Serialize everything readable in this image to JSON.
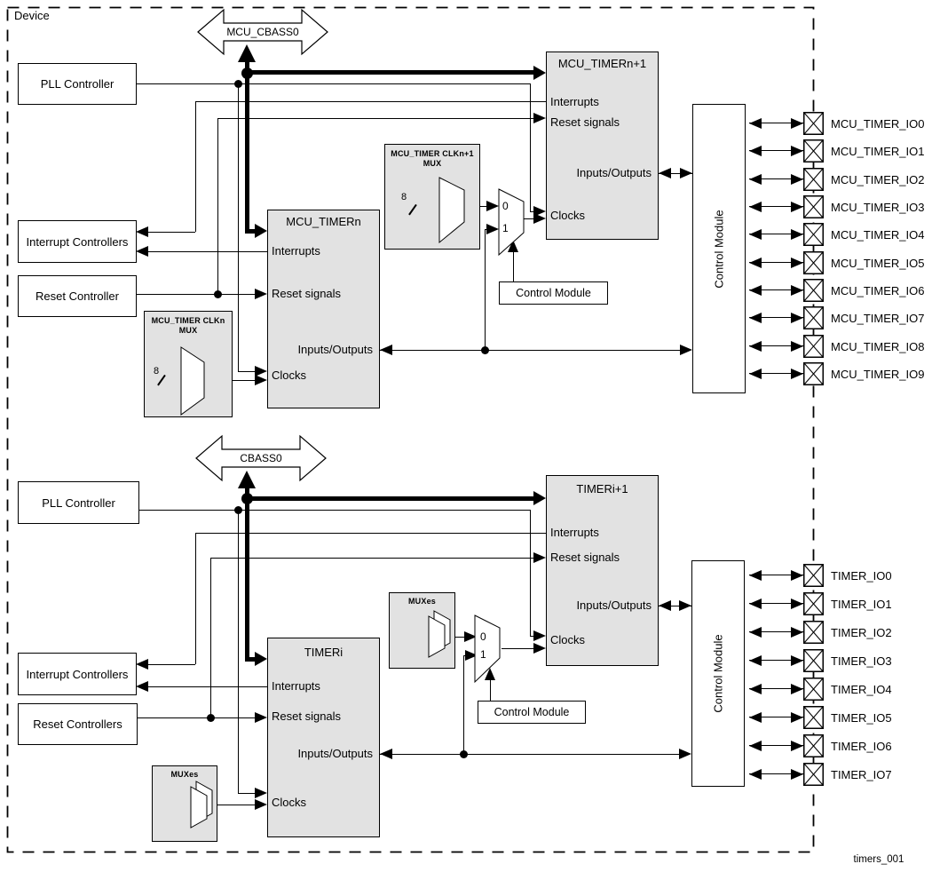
{
  "device_label": "Device",
  "figure_id": "timers_001",
  "colors": {
    "block_fill": "#e2e2e2",
    "line": "#000000",
    "background": "#ffffff"
  },
  "top": {
    "bus_label": "MCU_CBASS0",
    "pll_label": "PLL Controller",
    "interrupt_controllers_label": "Interrupt Controllers",
    "reset_controller_label": "Reset Controller",
    "clk_mux_n": {
      "title_line1": "MCU_TIMER CLKn",
      "title_line2": "MUX",
      "bus_width": "8"
    },
    "clk_mux_n1": {
      "title_line1": "MCU_TIMER CLKn+1",
      "title_line2": "MUX",
      "bus_width": "8"
    },
    "timer_n": {
      "title": "MCU_TIMERn",
      "interrupts": "Interrupts",
      "reset_signals": "Reset signals",
      "inputs_outputs": "Inputs/Outputs",
      "clocks": "Clocks"
    },
    "timer_n1": {
      "title": "MCU_TIMERn+1",
      "interrupts": "Interrupts",
      "reset_signals": "Reset signals",
      "inputs_outputs": "Inputs/Outputs",
      "clocks": "Clocks"
    },
    "clock_mux_select": {
      "in0": "0",
      "in1": "1"
    },
    "control_module_select_label": "Control Module",
    "control_module_pad_label": "Control Module",
    "io_pads": [
      "MCU_TIMER_IO0",
      "MCU_TIMER_IO1",
      "MCU_TIMER_IO2",
      "MCU_TIMER_IO3",
      "MCU_TIMER_IO4",
      "MCU_TIMER_IO5",
      "MCU_TIMER_IO6",
      "MCU_TIMER_IO7",
      "MCU_TIMER_IO8",
      "MCU_TIMER_IO9"
    ]
  },
  "bottom": {
    "bus_label": "CBASS0",
    "pll_label": "PLL Controller",
    "interrupt_controllers_label": "Interrupt Controllers",
    "reset_controller_label": "Reset Controllers",
    "muxes_clk_label": "MUXes",
    "muxes_clk2_label": "MUXes",
    "timer_i": {
      "title": "TIMERi",
      "interrupts": "Interrupts",
      "reset_signals": "Reset signals",
      "inputs_outputs": "Inputs/Outputs",
      "clocks": "Clocks"
    },
    "timer_i1": {
      "title": "TIMERi+1",
      "interrupts": "Interrupts",
      "reset_signals": "Reset signals",
      "inputs_outputs": "Inputs/Outputs",
      "clocks": "Clocks"
    },
    "clock_mux_select": {
      "in0": "0",
      "in1": "1"
    },
    "control_module_select_label": "Control Module",
    "control_module_pad_label": "Control Module",
    "io_pads": [
      "TIMER_IO0",
      "TIMER_IO1",
      "TIMER_IO2",
      "TIMER_IO3",
      "TIMER_IO4",
      "TIMER_IO5",
      "TIMER_IO6",
      "TIMER_IO7"
    ]
  }
}
